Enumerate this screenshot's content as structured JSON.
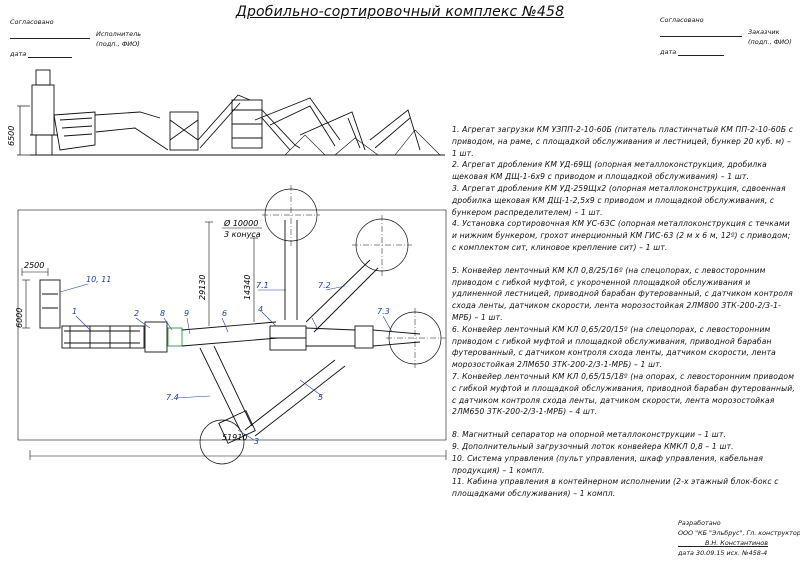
{
  "title": "Дробильно-сортировочный комплекс №458",
  "approval_left": {
    "heading": "Согласовано",
    "role": "Исполнитель",
    "sign_hint": "(подп., ФИО)",
    "date_label": "дата"
  },
  "approval_right": {
    "heading": "Согласовано",
    "role": "Заказчик",
    "sign_hint": "(подп., ФИО)",
    "date_label": "дата"
  },
  "drawing": {
    "height_dim": "6500",
    "width_dim": "51910",
    "dim_2500": "2500",
    "dim_6000": "6000",
    "dim_29130": "29130",
    "dim_14340": "14340",
    "diameter": "Ø 10000",
    "cones": "3 конуса",
    "labels": [
      "1",
      "2",
      "3",
      "4",
      "5",
      "6",
      "7.1",
      "7.2",
      "7.3",
      "7.4",
      "8",
      "9",
      "10, 11"
    ]
  },
  "notes": [
    "1. Агрегат загрузки КМ УЗПП-2-10-60Б (питатель пластинчатый КМ ПП-2-10-60Б с приводом, на раме, с площадкой обслуживания и лестницей, бункер 20 куб. м) – 1 шт.",
    "2. Агрегат дробления КМ УД-69Щ (опорная металлоконструкция, дробилка щековая КМ ДЩ-1-6х9 с приводом и площадкой обслуживания) – 1 шт.",
    "3. Агрегат дробления КМ УД-259Щх2 (опорная металлоконструкция, сдвоенная дробилка щековая КМ ДЩ-1-2,5х9 с приводом и площадкой обслуживания, с бункером распределителем) – 1 шт.",
    "4. Установка сортировочная КМ УС-63С (опорная металлоконструкция с течками и нижним бункером, грохот инерционный КМ ГИС-63 (2 м х 6 м, 12º) с приводом; с комплектом сит, клиновое крепление сит) – 1 шт.",
    "",
    "5. Конвейер ленточный КМ КЛ 0,8/25/16º (на спецопорах, с левосторонним приводом с гибкой муфтой, с укороченной площадкой обслуживания и удлиненной лестницей, приводной барабан футерованный, с датчиком контроля схода ленты, датчиком скорости, лента морозостойкая 2ЛМ800 3ТК-200-2/3-1-МРБ) – 1 шт.",
    "6. Конвейер ленточный КМ КЛ 0,65/20/15º (на спецопорах, с левосторонним приводом с гибкой муфтой и площадкой обслуживания, приводной барабан футерованный, с датчиком контроля схода ленты, датчиком скорости, лента морозостойкая 2ЛМ650 3ТК-200-2/3-1-МРБ) – 1 шт.",
    "7. Конвейер ленточный КМ КЛ 0,65/15/18º (на опорах, с левосторонним приводом с гибкой муфтой и площадкой обслуживания, приводной барабан футерованный, с датчиком контроля схода ленты, датчиком скорости, лента морозостойкая 2ЛМ650 3ТК-200-2/3-1-МРБ) – 4 шт.",
    "",
    "8. Магнитный сепаратор на опорной металлоконструкции – 1 шт.",
    "9. Дополнительный загрузочный лоток конвейера КМКЛ 0,8 – 1 шт.",
    "10. Система управления (пульт управления, шкаф управления, кабельная продукция) – 1 компл.",
    "11. Кабина управления в контейнерном исполнении (2-х этажный блок-бокс с площадками обслуживания) – 1 компл."
  ],
  "developer": {
    "heading": "Разработано",
    "company": "ООО \"КБ \"Эльбрус\", Гл. конструктор",
    "name": "В.Н. Константинов",
    "date_line": "дата 30.09.15 исх. №458-4"
  }
}
